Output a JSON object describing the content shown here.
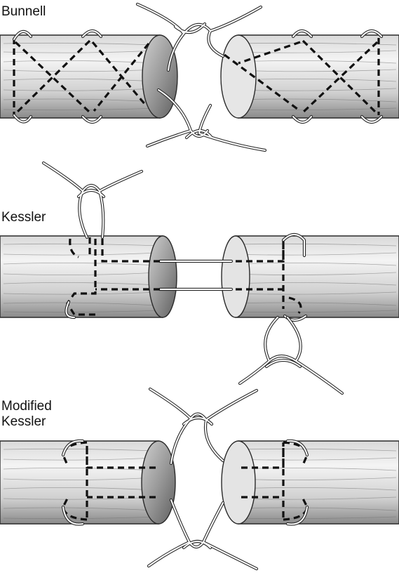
{
  "panels": [
    {
      "label": "Bunnell"
    },
    {
      "label": "Kessler"
    },
    {
      "label": "Modified\nKessler"
    }
  ],
  "colors": {
    "ink": "#111111",
    "tendon_light": "#f2f2f2",
    "tendon_dark": "#8a8a8a",
    "suture": "#ffffff"
  }
}
